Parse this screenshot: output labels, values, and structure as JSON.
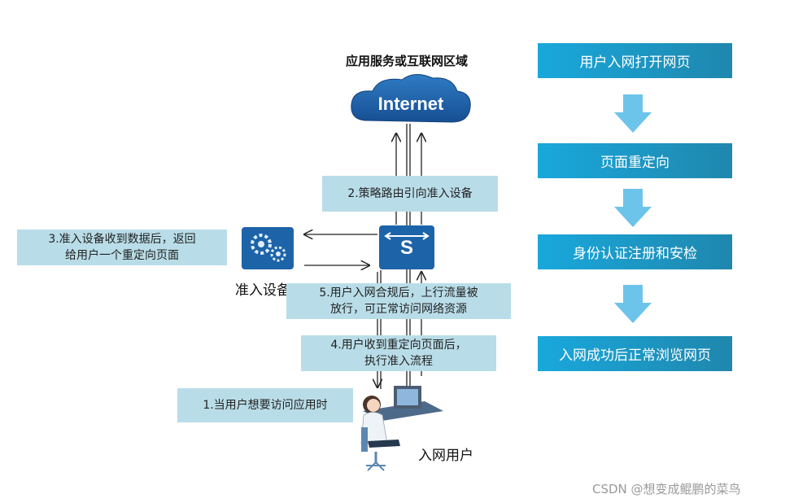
{
  "region_title": "应用服务或互联网区域",
  "internet_label": "Internet",
  "switch_label": "S",
  "device_label": "准入设备",
  "user_label": "入网用户",
  "notes": {
    "n1": "1.当用户想要访问应用时",
    "n2": "2.策略路由引向准入设备",
    "n3_line1": "3.准入设备收到数据后，返回",
    "n3_line2": "给用户一个重定向页面",
    "n4_line1": "4.用户收到重定向页面后，",
    "n4_line2": "执行准入流程",
    "n5_line1": "5.用户入网合规后，上行流量被",
    "n5_line2": "放行，可正常访问网络资源"
  },
  "steps": [
    "用户入网打开网页",
    "页面重定向",
    "身份认证注册和安检",
    "入网成功后正常浏览网页"
  ],
  "watermark": "CSDN @想变成鲲鹏的菜鸟",
  "colors": {
    "note_bg": "#b9dde8",
    "step_bg": "#1a9bc9",
    "arrow": "#6cc4ea",
    "cloud": "#1d5ea8",
    "switch": "#1d63a8"
  },
  "icons": [
    "cloud-icon",
    "switch-icon",
    "gear-icon",
    "user-at-computer-icon",
    "down-arrow-icon"
  ]
}
